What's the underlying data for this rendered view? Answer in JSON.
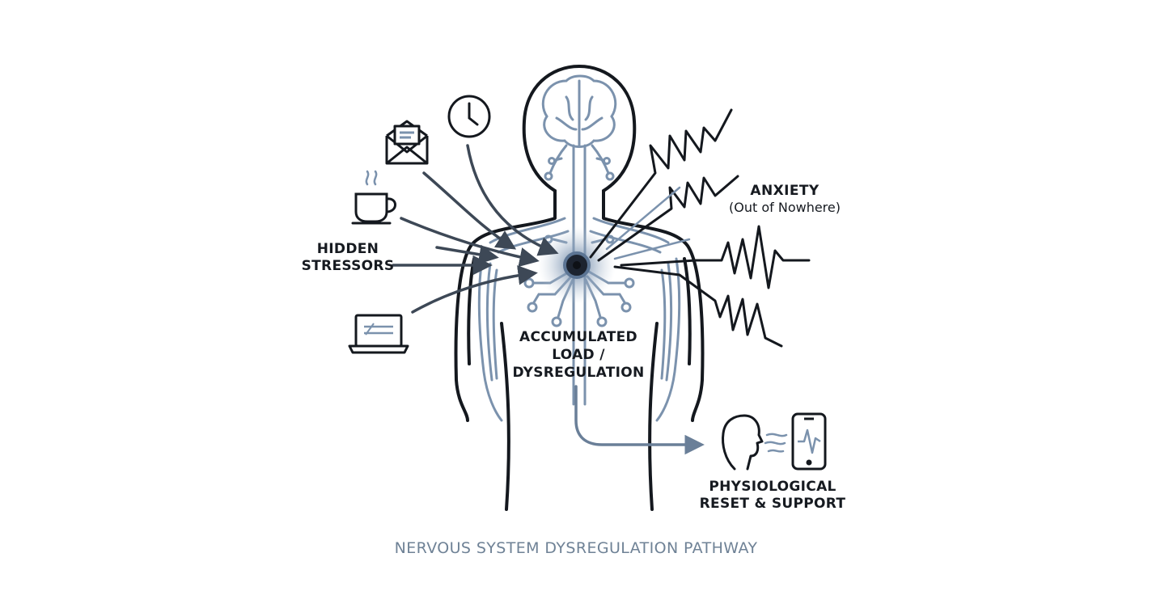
{
  "labels": {
    "hidden_stressors": [
      "HIDDEN",
      "STRESSORS"
    ],
    "anxiety_title": "ANXIETY",
    "anxiety_subtitle": "(Out of Nowhere)",
    "accumulated_load": [
      "ACCUMULATED",
      "LOAD /",
      "DYSREGULATION"
    ],
    "reset_support": [
      "PHYSIOLOGICAL",
      "RESET & SUPPORT"
    ],
    "footer": "NERVOUS SYSTEM DYSREGULATION PATHWAY"
  },
  "icons": {
    "stressors": [
      "clock-icon",
      "envelope-icon",
      "coffee-cup-icon",
      "laptop-icon"
    ],
    "support": [
      "breathing-person-icon",
      "phone-heart-rate-icon"
    ]
  },
  "colors": {
    "outline": "#14181e",
    "nerves": "#7b92ad",
    "arrows_dark": "#3d4856",
    "arrows_light": "#6a7f98",
    "glow_center": "#5c7594",
    "footer_text": "#6f8296"
  }
}
